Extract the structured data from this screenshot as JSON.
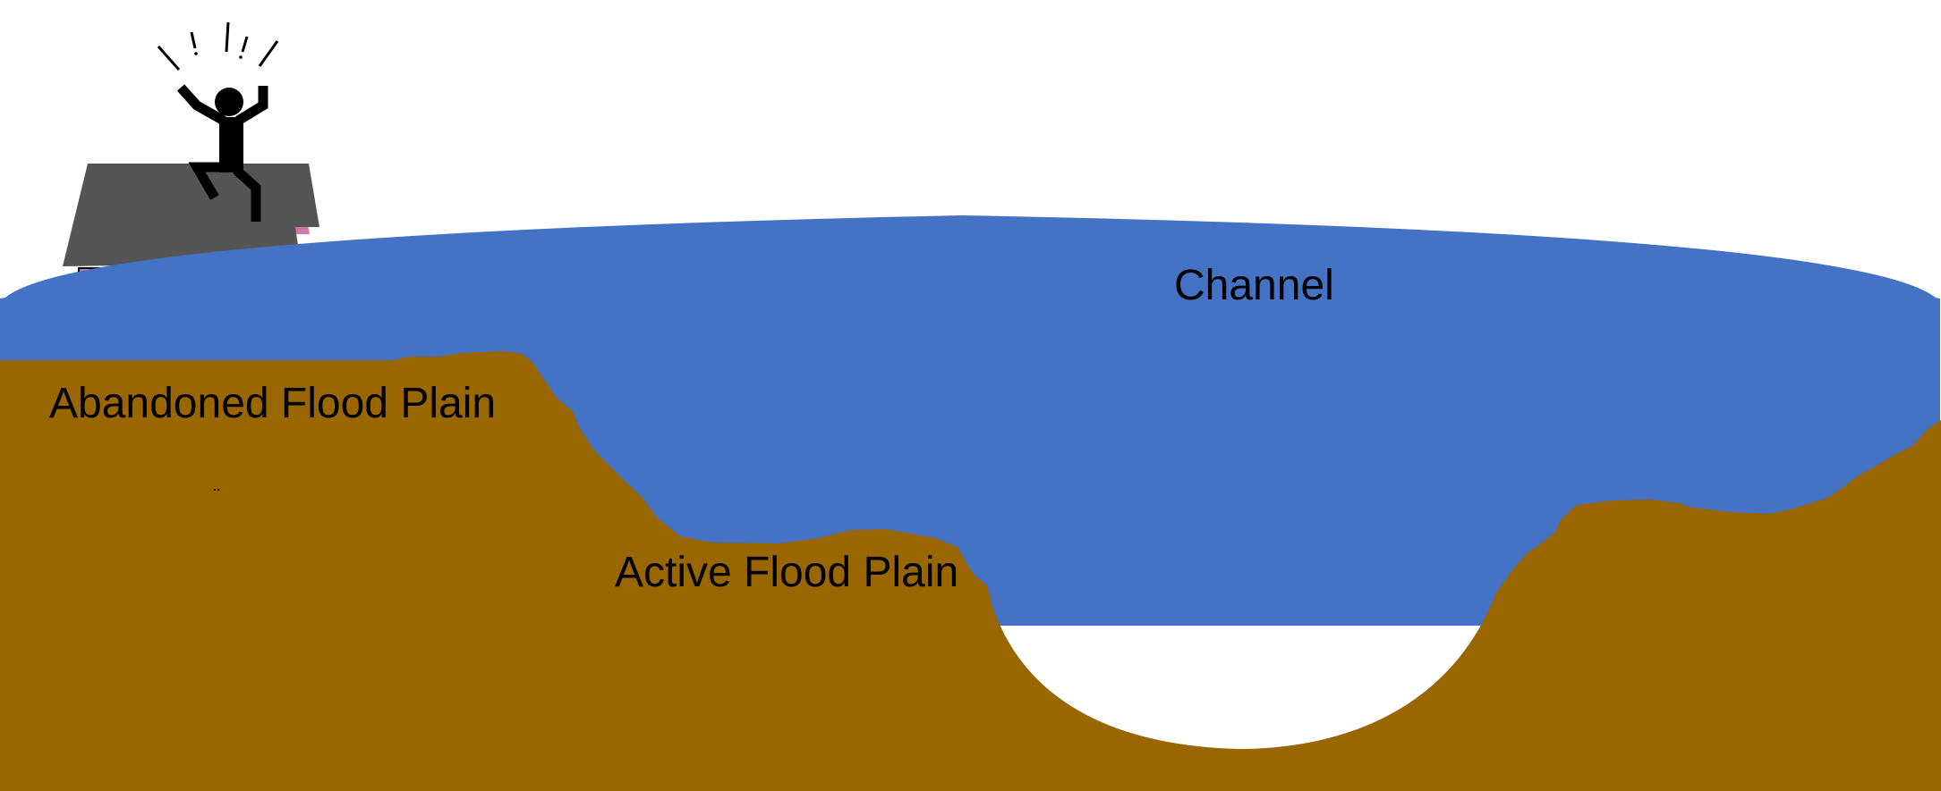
{
  "diagram": {
    "labels": {
      "channel": "Channel",
      "abandoned_flood_plain": "Abandoned Flood Plain",
      "active_flood_plain": "Active Flood Plain"
    },
    "colors": {
      "water": "#4472C4",
      "ground": "#996600",
      "roof": "#555555",
      "house_wall": "#CC79A7",
      "figure": "#000000",
      "background": "#FFFFFF"
    },
    "icons": {
      "person": "alarmed-person-icon",
      "house": "house-icon",
      "exclamations": "exclamation-marks-icon"
    }
  }
}
